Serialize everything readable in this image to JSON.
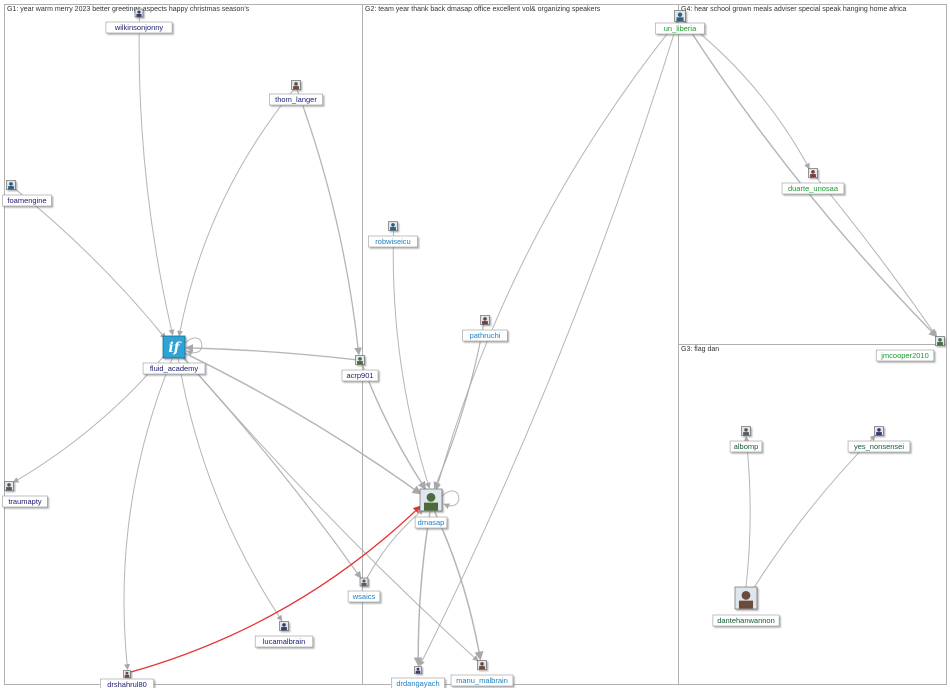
{
  "colors": {
    "g1": "#1a1a6e",
    "g2": "#1c7fc0",
    "g3": "#145a32",
    "g4": "#1a9a2a",
    "edge": "#a8a8a8",
    "highlight_edge": "#e83232",
    "border": "#b0b0b0"
  },
  "groups": [
    {
      "id": "G1",
      "title": "G1: year warm merry 2023 better greetings aspects happy christmas season's",
      "color_key": "g1"
    },
    {
      "id": "G2",
      "title": "G2: team year thank back dmasap office excellent vol& organizing speakers",
      "color_key": "g2"
    },
    {
      "id": "G4",
      "title": "G4: hear school grown meals adviser special speak hanging home africa",
      "color_key": "g4"
    },
    {
      "id": "G3",
      "title": "G3: flag dan",
      "color_key": "g3"
    }
  ],
  "nodes": [
    {
      "id": "wilkinsonjonny",
      "label": "wilkinsonjonny",
      "group": "g1",
      "icon": "avatar-icon"
    },
    {
      "id": "thom_langer",
      "label": "thom_langer",
      "group": "g1",
      "icon": "avatar-icon"
    },
    {
      "id": "foamengine",
      "label": "foamengine",
      "group": "g1",
      "icon": "avatar-icon"
    },
    {
      "id": "fluid_academy",
      "label": "fluid_academy",
      "group": "g1",
      "icon": "logo-icon"
    },
    {
      "id": "acrp901",
      "label": "acrp901",
      "group": "g1",
      "icon": "avatar-icon"
    },
    {
      "id": "traumapty",
      "label": "traumapty",
      "group": "g1",
      "icon": "avatar-icon"
    },
    {
      "id": "lucamalbrain",
      "label": "lucamalbrain",
      "group": "g1",
      "icon": "avatar-icon"
    },
    {
      "id": "drshahrul80",
      "label": "drshahrul80",
      "group": "g1",
      "icon": "avatar-icon"
    },
    {
      "id": "robwiseicu",
      "label": "robwiseicu",
      "group": "g2",
      "icon": "avatar-icon"
    },
    {
      "id": "pathruchi",
      "label": "pathruchi",
      "group": "g2",
      "icon": "avatar-icon"
    },
    {
      "id": "dmasap",
      "label": "dmasap",
      "group": "g2",
      "icon": "avatar-icon"
    },
    {
      "id": "wsaics",
      "label": "wsaics",
      "group": "g2",
      "icon": "avatar-icon"
    },
    {
      "id": "drdangayach",
      "label": "drdangayach",
      "group": "g2",
      "icon": "avatar-icon"
    },
    {
      "id": "manu_malbrain",
      "label": "manu_malbrain",
      "group": "g2",
      "icon": "avatar-icon"
    },
    {
      "id": "un_liberia",
      "label": "un_liberia",
      "group": "g4",
      "icon": "avatar-icon"
    },
    {
      "id": "duarte_unosaa",
      "label": "duarte_unosaa",
      "group": "g4",
      "icon": "avatar-icon"
    },
    {
      "id": "jmcooper2010",
      "label": "jmcooper2010",
      "group": "g4",
      "icon": "avatar-icon"
    },
    {
      "id": "albomp",
      "label": "albomp",
      "group": "g3",
      "icon": "avatar-icon"
    },
    {
      "id": "yes_nonsensei",
      "label": "yes_nonsensei",
      "group": "g3",
      "icon": "avatar-icon"
    },
    {
      "id": "dantehanwannon",
      "label": "dantehanwannon",
      "group": "g3",
      "icon": "avatar-icon"
    }
  ],
  "edges": [
    {
      "from": "wilkinsonjonny",
      "to": "fluid_academy"
    },
    {
      "from": "foamengine",
      "to": "fluid_academy"
    },
    {
      "from": "thom_langer",
      "to": "fluid_academy"
    },
    {
      "from": "thom_langer",
      "to": "acrp901"
    },
    {
      "from": "acrp901",
      "to": "fluid_academy"
    },
    {
      "from": "acrp901",
      "to": "dmasap"
    },
    {
      "from": "fluid_academy",
      "to": "traumapty"
    },
    {
      "from": "fluid_academy",
      "to": "lucamalbrain"
    },
    {
      "from": "fluid_academy",
      "to": "drshahrul80"
    },
    {
      "from": "fluid_academy",
      "to": "dmasap"
    },
    {
      "from": "fluid_academy",
      "to": "wsaics"
    },
    {
      "from": "fluid_academy",
      "to": "manu_malbrain"
    },
    {
      "from": "fluid_academy",
      "to": "fluid_academy",
      "self": true
    },
    {
      "from": "drshahrul80",
      "to": "dmasap",
      "highlight": true
    },
    {
      "from": "robwiseicu",
      "to": "dmasap"
    },
    {
      "from": "pathruchi",
      "to": "dmasap"
    },
    {
      "from": "wsaics",
      "to": "dmasap"
    },
    {
      "from": "dmasap",
      "to": "drdangayach"
    },
    {
      "from": "dmasap",
      "to": "manu_malbrain"
    },
    {
      "from": "dmasap",
      "to": "dmasap",
      "self": true
    },
    {
      "from": "un_liberia",
      "to": "dmasap"
    },
    {
      "from": "un_liberia",
      "to": "drdangayach"
    },
    {
      "from": "un_liberia",
      "to": "duarte_unosaa"
    },
    {
      "from": "un_liberia",
      "to": "jmcooper2010"
    },
    {
      "from": "duarte_unosaa",
      "to": "jmcooper2010"
    },
    {
      "from": "dantehanwannon",
      "to": "albomp"
    },
    {
      "from": "dantehanwannon",
      "to": "yes_nonsensei"
    }
  ]
}
